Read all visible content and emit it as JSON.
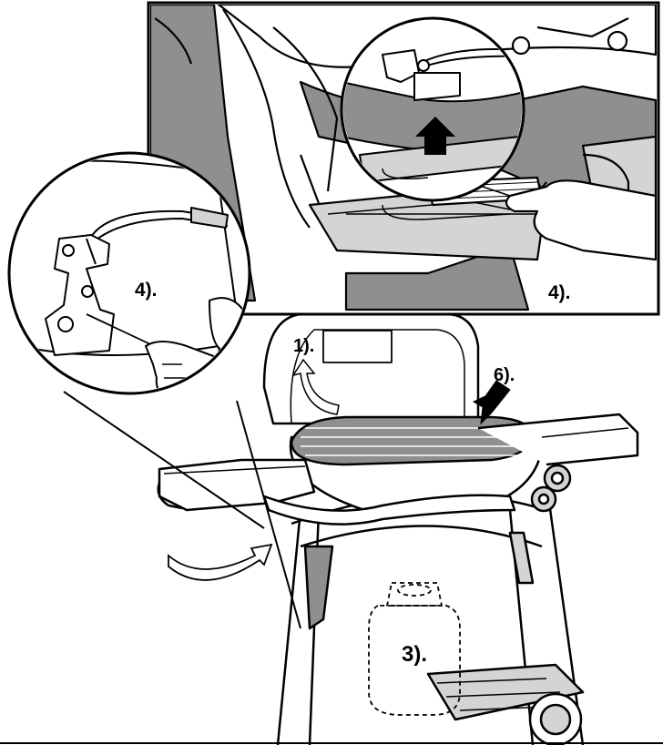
{
  "callouts": {
    "step_1": "1).",
    "step_3": "3).",
    "step_4_circle": "4).",
    "step_4_inset": "4).",
    "step_6": "6)."
  },
  "colors": {
    "line": "#000000",
    "shade_dark": "#8f8f8f",
    "shade_light": "#d4d4d4",
    "paper": "#ffffff"
  },
  "icons": {
    "up_arrow": "arrow-up-icon",
    "curved_arrow": "curved-arrow-icon",
    "down_arrow": "arrow-down-icon"
  }
}
